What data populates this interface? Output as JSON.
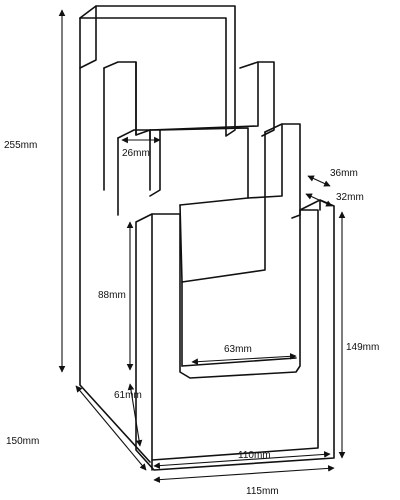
{
  "labels": {
    "height_total": "255mm",
    "top_pocket_width": "26mm",
    "side_depth_upper": "36mm",
    "side_depth_lower": "32mm",
    "pocket_height": "88mm",
    "pocket_inner_width": "63mm",
    "front_height": "149mm",
    "front_lower_height": "61mm",
    "base_width_inner": "110mm",
    "base_width_outer": "115mm",
    "base_depth": "150mm"
  }
}
